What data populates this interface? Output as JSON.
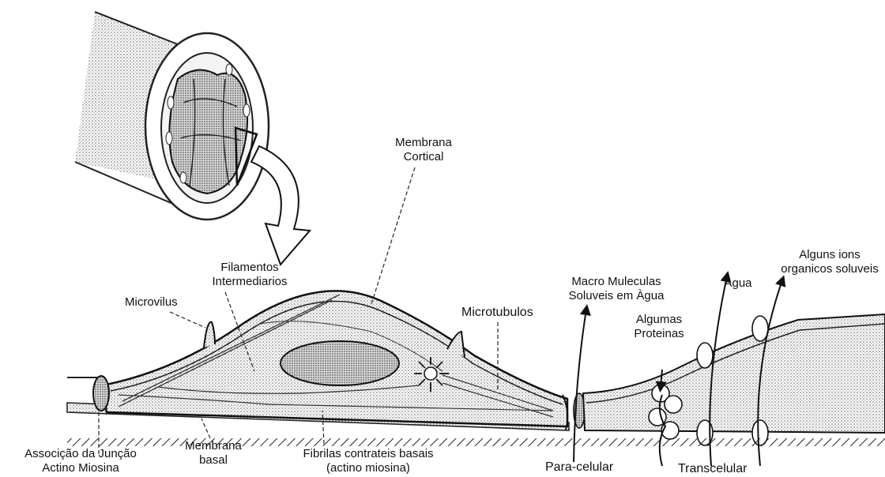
{
  "labels": {
    "membrana_cortical": [
      "Membrana",
      "Cortical"
    ],
    "filamentos_intermediarios": [
      "Filamentos",
      "Intermediarios"
    ],
    "microvilus": "Microvilus",
    "microtubulos": "Microtubulos",
    "macro_moleculas": [
      "Macro Muleculas",
      "Soluveis em Àgua"
    ],
    "agua": "Àgua",
    "alguns_ions": [
      "Alguns ions",
      "organicos soluveis"
    ],
    "algumas_proteinas": [
      "Algumas",
      "Proteinas"
    ],
    "associacao_juncao": [
      "Associção da Junção",
      "Actino Miosina"
    ],
    "membrana_basal": [
      "Membrana",
      "basal"
    ],
    "fibrilas": [
      "Fibrilas contrateis basais",
      "(actino miosina)"
    ],
    "para_celular": "Para-celular",
    "transcelular": "Transcelular"
  },
  "colors": {
    "ink": "#1a1a1a",
    "stipple": "#bdbdbd",
    "cell_fill": "#f1f1f1"
  }
}
